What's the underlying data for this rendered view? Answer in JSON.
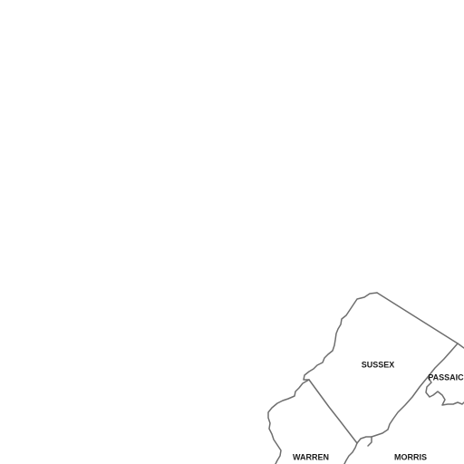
{
  "map": {
    "layer": "county boundaries",
    "background_color": "#ffffff",
    "boundary_color": "#6e6e6e",
    "label_color": "#1a1a1a",
    "counties": [
      {
        "id": "sussex",
        "label": "SUSSEX"
      },
      {
        "id": "passaic",
        "label": "PASSAIC"
      },
      {
        "id": "warren",
        "label": "WARREN"
      },
      {
        "id": "morris",
        "label": "MORRIS"
      }
    ]
  }
}
